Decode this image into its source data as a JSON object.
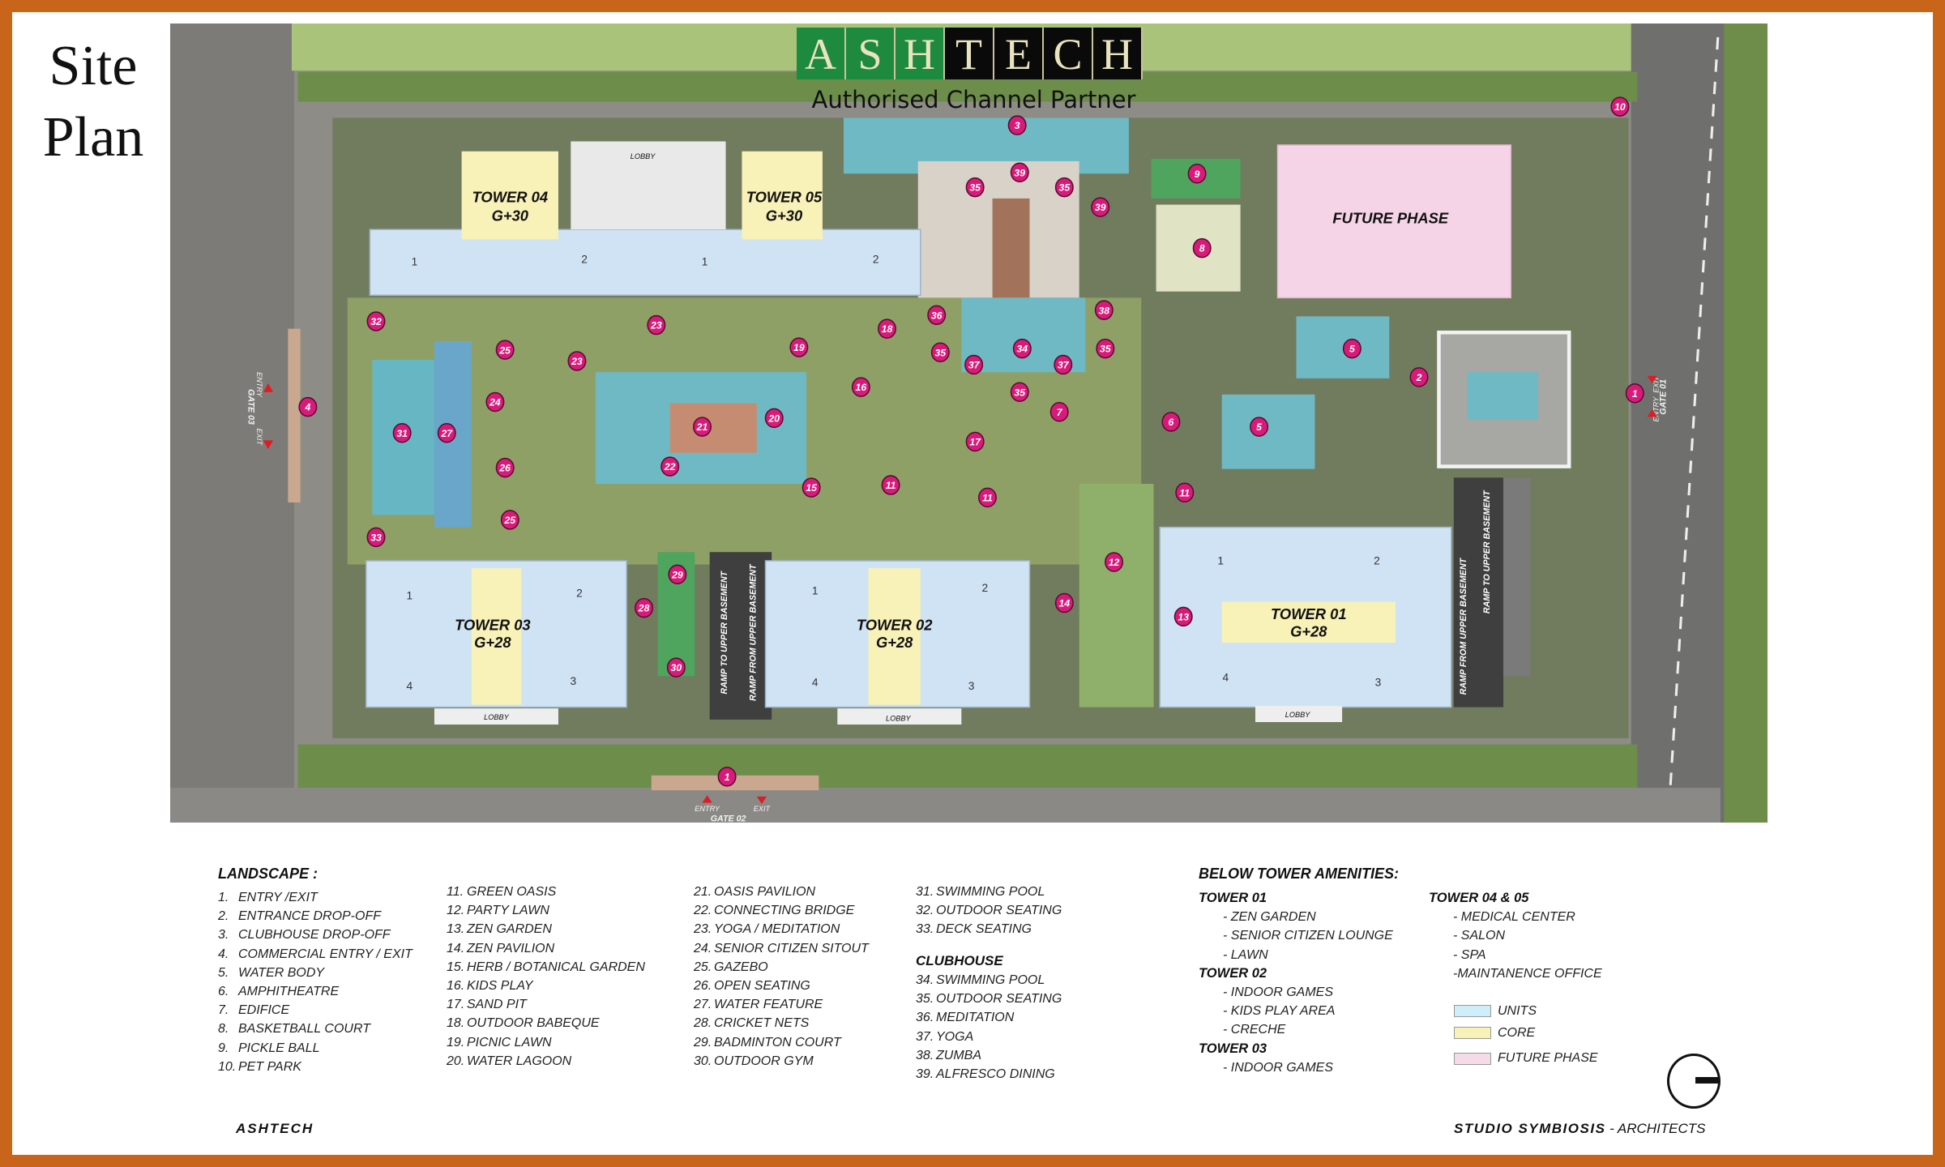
{
  "title": "Site Plan",
  "title_lines": [
    "Site",
    "Plan"
  ],
  "logo": {
    "left_letters": [
      "A",
      "S",
      "H"
    ],
    "right_letters": [
      "T",
      "E",
      "C",
      "H"
    ],
    "subtitle": "Authorised Channel Partner",
    "green": "#1e8a3e",
    "black": "#0a0a0a"
  },
  "map": {
    "towers": [
      {
        "name": "TOWER 04",
        "floors": "G+30"
      },
      {
        "name": "TOWER 05",
        "floors": "G+30"
      },
      {
        "name": "TOWER 03",
        "floors": "G+28"
      },
      {
        "name": "TOWER 02",
        "floors": "G+28"
      },
      {
        "name": "TOWER 01",
        "floors": "G+28"
      }
    ],
    "future_phase": "FUTURE PHASE",
    "lobby": "LOBBY",
    "ramp_to": "RAMP TO UPPER BASEMENT",
    "ramp_from": "RAMP FROM UPPER BASEMENT",
    "gates": [
      {
        "name": "GATE 03",
        "entry": "ENTRY",
        "exit": "EXIT"
      },
      {
        "name": "GATE 02",
        "entry": "ENTRY",
        "exit": "EXIT"
      },
      {
        "name": "GATE 01",
        "entry": "ENTRY",
        "exit": "EXIT"
      }
    ],
    "wing_numbers": [
      "1",
      "2",
      "1",
      "2",
      "1",
      "2",
      "4",
      "3",
      "1",
      "2",
      "4",
      "3",
      "1",
      "2",
      "4",
      "3"
    ],
    "markers": [
      "3",
      "35",
      "39",
      "35",
      "39",
      "9",
      "8",
      "10",
      "32",
      "25",
      "23",
      "23",
      "19",
      "18",
      "36",
      "35",
      "34",
      "38",
      "35",
      "37",
      "37",
      "5",
      "2",
      "1",
      "4",
      "24",
      "16",
      "35",
      "7",
      "6",
      "5",
      "31",
      "27",
      "21",
      "20",
      "17",
      "26",
      "22",
      "15",
      "11",
      "11",
      "11",
      "33",
      "25",
      "12",
      "29",
      "28",
      "14",
      "13",
      "30",
      "1"
    ],
    "marker_color": "#d81b7a"
  },
  "legend": {
    "landscape_title": "LANDSCAPE :",
    "landscape": [
      [
        "1.",
        "ENTRY /EXIT"
      ],
      [
        "2.",
        "ENTRANCE DROP-OFF"
      ],
      [
        "3.",
        "CLUBHOUSE DROP-OFF"
      ],
      [
        "4.",
        "COMMERCIAL ENTRY / EXIT"
      ],
      [
        "5.",
        "WATER BODY"
      ],
      [
        "6.",
        "AMPHITHEATRE"
      ],
      [
        "7.",
        "EDIFICE"
      ],
      [
        "8.",
        "BASKETBALL COURT"
      ],
      [
        "9.",
        "PICKLE BALL"
      ],
      [
        "10.",
        "PET PARK"
      ],
      [
        "11.",
        "GREEN OASIS"
      ],
      [
        "12.",
        "PARTY LAWN"
      ],
      [
        "13.",
        "ZEN GARDEN"
      ],
      [
        "14.",
        "ZEN PAVILION"
      ],
      [
        "15.",
        "HERB / BOTANICAL GARDEN"
      ],
      [
        "16.",
        "KIDS PLAY"
      ],
      [
        "17.",
        "SAND PIT"
      ],
      [
        "18.",
        "OUTDOOR BABEQUE"
      ],
      [
        "19.",
        "PICNIC LAWN"
      ],
      [
        "20.",
        "WATER LAGOON"
      ],
      [
        "21.",
        "OASIS PAVILION"
      ],
      [
        "22.",
        "CONNECTING BRIDGE"
      ],
      [
        "23.",
        "YOGA / MEDITATION"
      ],
      [
        "24.",
        "SENIOR CITIZEN SITOUT"
      ],
      [
        "25.",
        "GAZEBO"
      ],
      [
        "26.",
        "OPEN SEATING"
      ],
      [
        "27.",
        "WATER FEATURE"
      ],
      [
        "28.",
        "CRICKET NETS"
      ],
      [
        "29.",
        "BADMINTON COURT"
      ],
      [
        "30.",
        "OUTDOOR GYM"
      ],
      [
        "31.",
        "SWIMMING POOL"
      ],
      [
        "32.",
        "OUTDOOR SEATING"
      ],
      [
        "33.",
        "DECK SEATING"
      ]
    ],
    "clubhouse_title": "CLUBHOUSE",
    "clubhouse": [
      [
        "34.",
        "SWIMMING POOL"
      ],
      [
        "35.",
        "OUTDOOR SEATING"
      ],
      [
        "36.",
        "MEDITATION"
      ],
      [
        "37.",
        "YOGA"
      ],
      [
        "38.",
        "ZUMBA"
      ],
      [
        "39.",
        "ALFRESCO DINING"
      ]
    ],
    "below_title": "BELOW TOWER AMENITIES:",
    "below": [
      {
        "tower": "TOWER 01",
        "items": [
          "- ZEN GARDEN",
          "- SENIOR CITIZEN LOUNGE",
          "- LAWN"
        ]
      },
      {
        "tower": "TOWER 02",
        "items": [
          "- INDOOR GAMES",
          "- KIDS PLAY AREA",
          "- CRECHE"
        ]
      },
      {
        "tower": "TOWER 03",
        "items": [
          "- INDOOR GAMES"
        ]
      },
      {
        "tower": "TOWER 04 & 05",
        "items": [
          "- MEDICAL CENTER",
          "- SALON",
          "- SPA",
          "-MAINTANENCE OFFICE"
        ]
      }
    ],
    "keys": [
      {
        "label": "UNITS",
        "color": "#cfeefa"
      },
      {
        "label": "CORE",
        "color": "#f8f1b8"
      },
      {
        "label": "FUTURE PHASE",
        "color": "#f4dbe6"
      }
    ]
  },
  "footer": {
    "left": "ASHTECH",
    "right_brand": "STUDIO SYMBIOSIS",
    "right_suffix": " - ARCHITECTS"
  }
}
